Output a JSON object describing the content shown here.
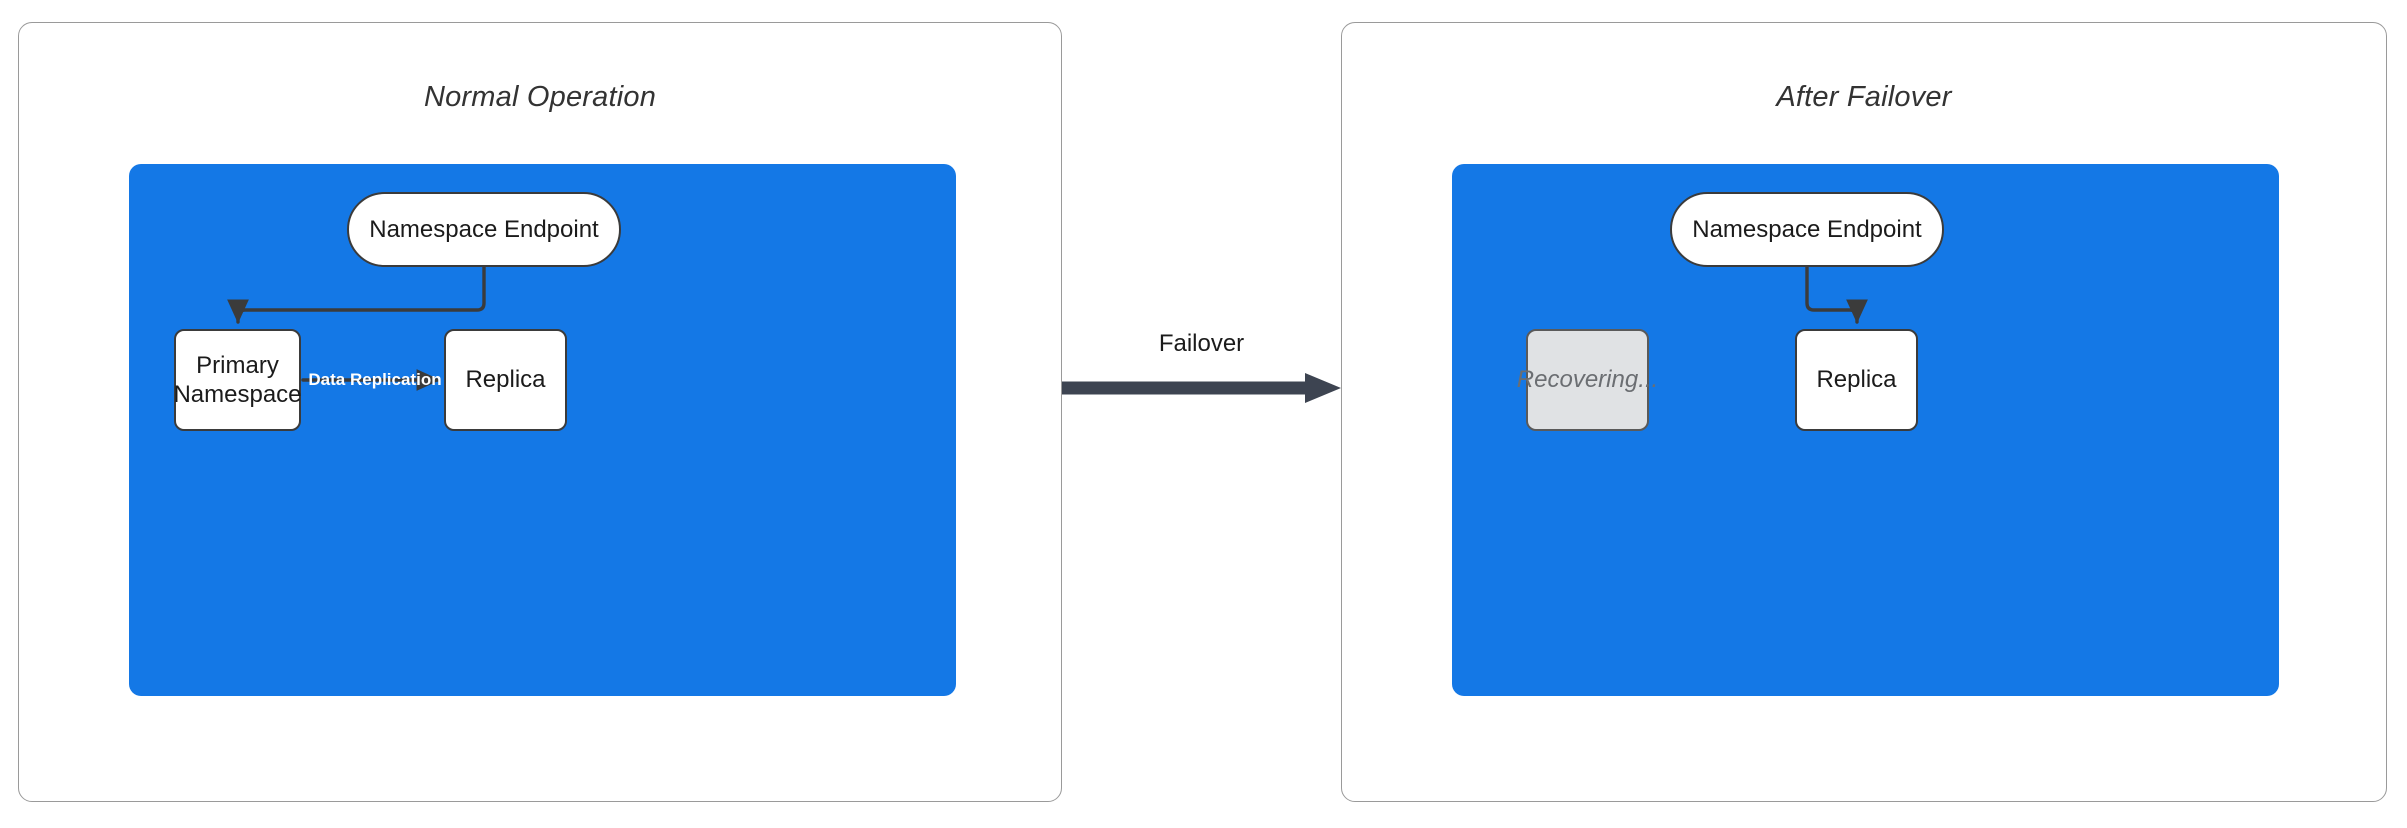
{
  "diagram": {
    "type": "failover-architecture-diagram",
    "background": "#ffffff",
    "accent_blue": "#1478e6",
    "stroke_dark": "#3b3b3b",
    "dimmed_fill": "#e0e2e4"
  },
  "panels": [
    {
      "key": "normal",
      "title": "Normal Operation",
      "nodes": [
        {
          "key": "endpoint",
          "label": "Namespace Endpoint",
          "shape": "pill",
          "state": "active"
        },
        {
          "key": "primary",
          "label": "Primary\nNamespace",
          "line1": "Primary",
          "line2": "Namespace",
          "shape": "rect",
          "state": "active"
        },
        {
          "key": "replica",
          "label": "Replica",
          "shape": "rect",
          "state": "active"
        }
      ],
      "edges": [
        {
          "from": "endpoint",
          "to": "primary",
          "label": ""
        },
        {
          "from": "primary",
          "to": "replica",
          "label": "Data Replication"
        }
      ]
    },
    {
      "key": "failover",
      "title": "After Failover",
      "nodes": [
        {
          "key": "endpoint",
          "label": "Namespace Endpoint",
          "shape": "pill",
          "state": "active"
        },
        {
          "key": "recovering",
          "label": "Recovering...",
          "shape": "rect",
          "state": "dimmed"
        },
        {
          "key": "replica",
          "label": "Replica",
          "shape": "rect",
          "state": "active"
        }
      ],
      "edges": [
        {
          "from": "endpoint",
          "to": "replica",
          "label": ""
        }
      ]
    }
  ],
  "transition": {
    "label": "Failover",
    "direction": "left-to-right"
  }
}
